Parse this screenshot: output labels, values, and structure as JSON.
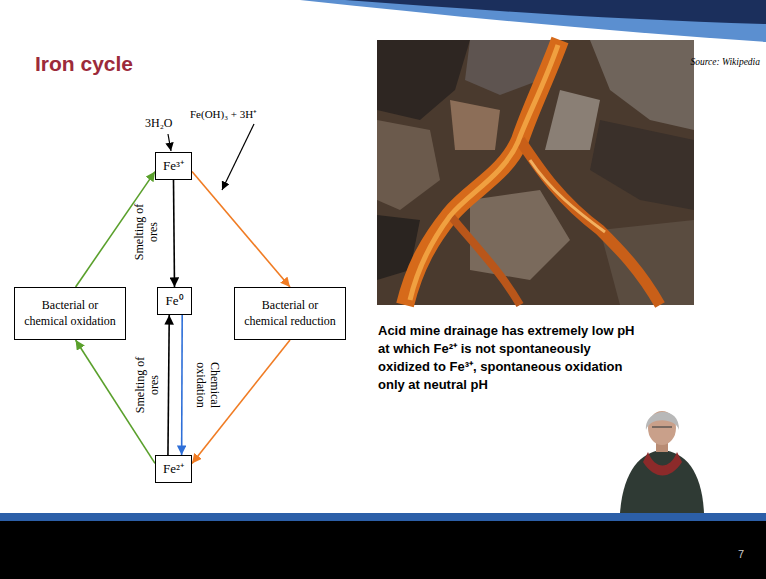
{
  "diagram": {
    "title": "Iron cycle",
    "nodes": [
      {
        "text": [
          "Fe³⁺"
        ]
      },
      {
        "text": [
          "Bacterial or chemical oxidation"
        ]
      },
      {
        "text": [
          "Fe⁰"
        ]
      },
      {
        "text": [
          "Bacterial or chemical reduction"
        ]
      },
      {
        "text": [
          "Fe²⁺"
        ]
      }
    ],
    "edges": [
      {
        "from": 4,
        "to": 1,
        "arrow": "to"
      },
      {
        "from": 1,
        "to": 0,
        "arrow": "to"
      },
      {
        "from": 0,
        "to": 3,
        "arrow": "to"
      },
      {
        "from": 3,
        "to": 4,
        "arrow": "to"
      },
      {
        "from": 0,
        "to": 2,
        "label": "Smelting of ores",
        "arrow": "to"
      },
      {
        "from": 4,
        "to": 2,
        "label": "Smelting of ores",
        "arrow": "to"
      },
      {
        "from": 2,
        "to": 4,
        "label": "Chemical oxidation",
        "arrow": "to"
      }
    ],
    "labels": [
      "3H₂O",
      "Fe(OH)₃ + 3H⁺",
      "Source: Wikipedia",
      "Acid mine drainage has extremely low pH at which Fe²⁺ is not spontaneously oxidized to Fe³⁺, spontaneous oxidation only at neutral pH",
      "7"
    ]
  }
}
